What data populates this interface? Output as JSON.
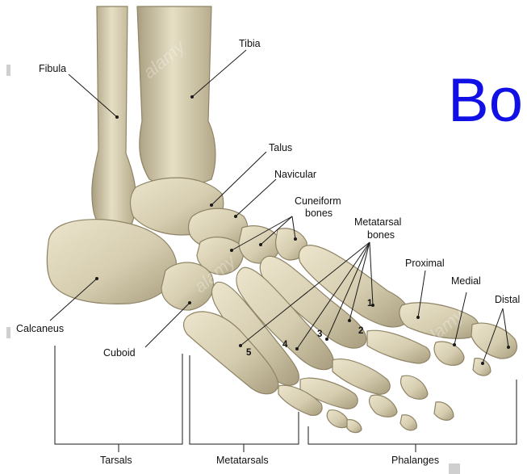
{
  "heading_fragment": "Bo",
  "heading_color": "#1010e6",
  "bone_color": "#d9d1b6",
  "watermark": "alamy",
  "labels": {
    "fibula": "Fibula",
    "tibia": "Tibia",
    "talus": "Talus",
    "navicular": "Navicular",
    "cuneiform_line1": "Cuneiform",
    "cuneiform_line2": "bones",
    "metatarsal_line1": "Metatarsal",
    "metatarsal_line2": "bones",
    "proximal": "Proximal",
    "medial": "Medial",
    "distal": "Distal",
    "calcaneus": "Calcaneus",
    "cuboid": "Cuboid"
  },
  "metatarsal_numbers": [
    "1",
    "2",
    "3",
    "4",
    "5"
  ],
  "groups": {
    "tarsals": "Tarsals",
    "metatarsals": "Metatarsals",
    "phalanges": "Phalanges"
  }
}
